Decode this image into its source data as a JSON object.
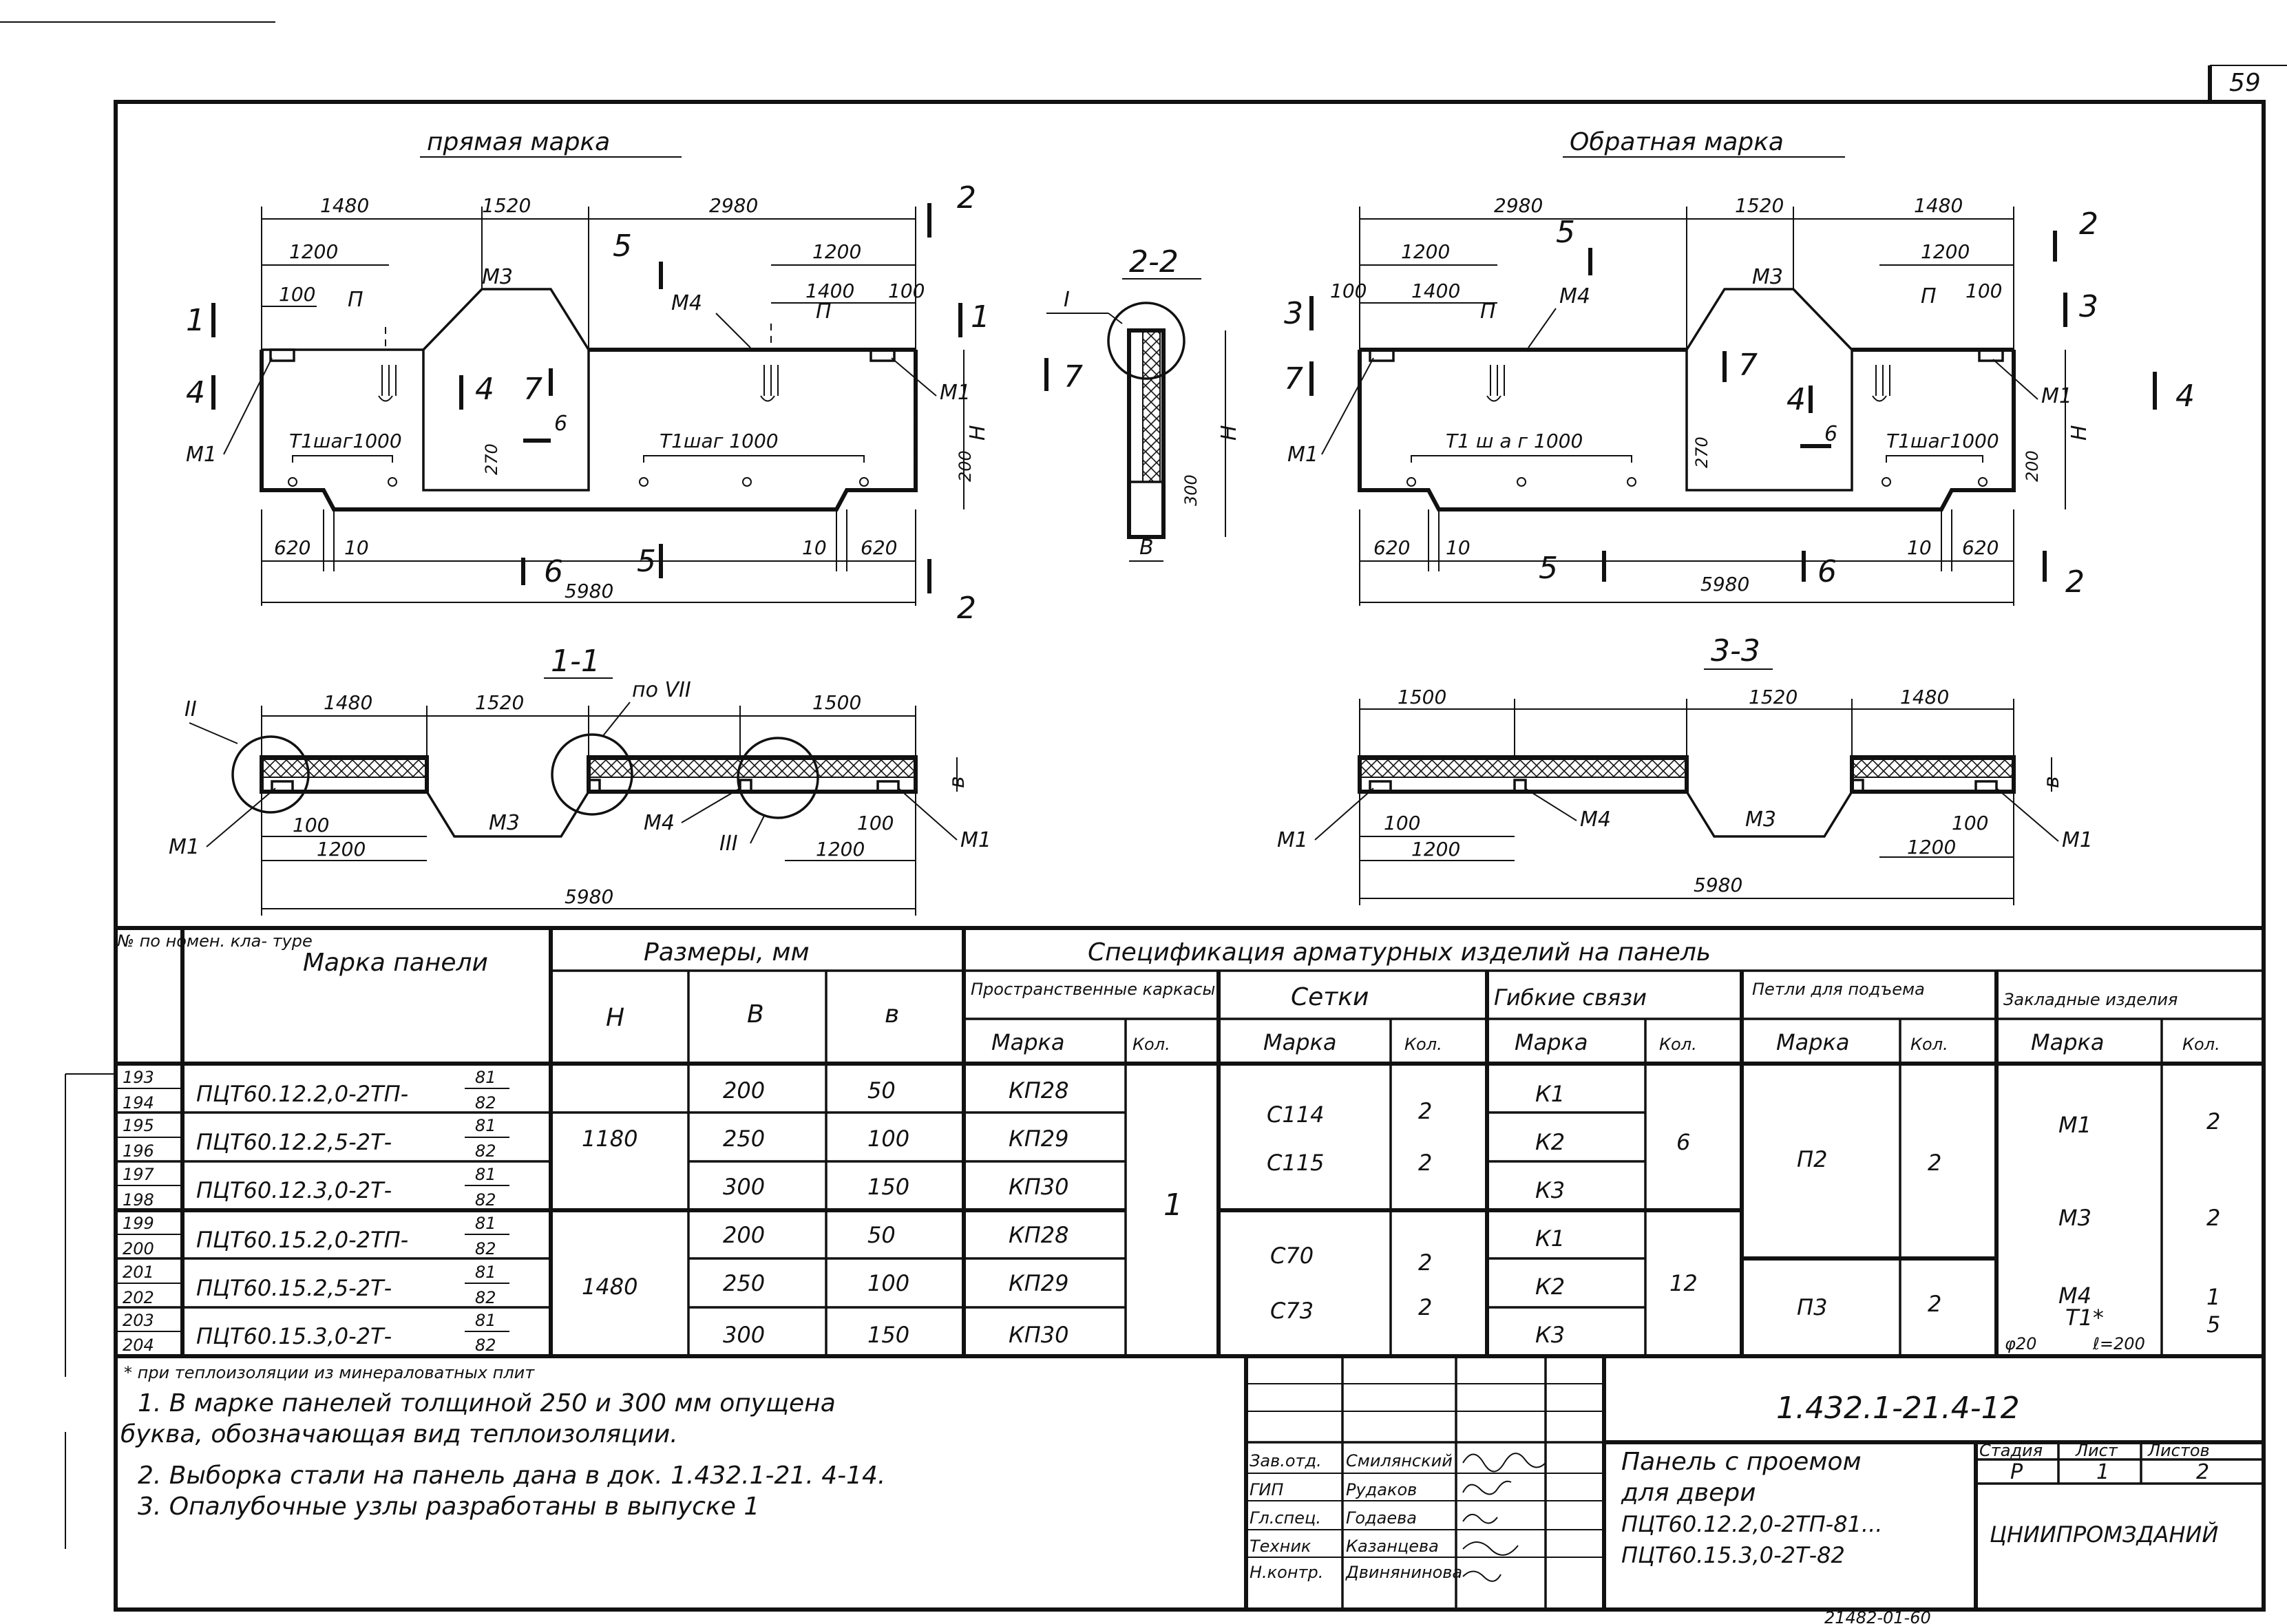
{
  "sheet": {
    "page_number": "59",
    "views": {
      "direct_mark_title": "прямая марка",
      "reverse_mark_title": "Обратная марка",
      "section_1_1": "1-1",
      "section_2_2": "2-2",
      "section_3_3": "3-3"
    },
    "direct_dims": {
      "d1480": "1480",
      "d1520": "1520",
      "d2980": "2980",
      "d1200a": "1200",
      "d1200b": "1200",
      "d100a": "100",
      "d100b": "100",
      "d1400": "1400",
      "d620a": "620",
      "d620b": "620",
      "d10a": "10",
      "d10b": "10",
      "d5980": "5980",
      "d270": "270",
      "d200": "200",
      "dH": "H"
    },
    "direct_labels": {
      "M3": "М3",
      "M4": "М4",
      "M1a": "М1",
      "M1b": "М1",
      "Pa": "П",
      "Pb": "П",
      "T1a": "Т1шаг1000",
      "T1b": "Т1шаг 1000",
      "cut1a": "1",
      "cut1b": "1",
      "cut4a": "4",
      "cut4b": "4",
      "cut7a": "7",
      "cut7b": "7",
      "cut5a": "5",
      "cut5b": "5",
      "cut6a": "6",
      "cut6b": "6",
      "cut2a": "2",
      "cut2b": "2"
    },
    "section22": {
      "node": "I",
      "d300": "300",
      "dB": "В",
      "dH": "H"
    },
    "reverse_dims": {
      "d2980": "2980",
      "d1520": "1520",
      "d1480": "1480",
      "d1200a": "1200",
      "d1200b": "1200",
      "d100a": "100",
      "d100b": "100",
      "d1400": "1400",
      "d620a": "620",
      "d620b": "620",
      "d10a": "10",
      "d10b": "10",
      "d5980": "5980",
      "d270": "270",
      "d200": "200",
      "dH": "H"
    },
    "reverse_labels": {
      "M3": "М3",
      "M4": "М4",
      "M1a": "М1",
      "M1b": "М1",
      "Pa": "П",
      "Pb": "П",
      "T1a": "Т1 ш а г 1000",
      "T1b": "Т1шаг1000",
      "cut3a": "3",
      "cut3b": "3",
      "cut7a": "7",
      "cut7b": "7",
      "cut4a": "4",
      "cut4b": "4",
      "cut5a": "5",
      "cut5b": "5",
      "cut6a": "6",
      "cut6b": "6",
      "cut2a": "2",
      "cut2b": "2"
    },
    "sec11": {
      "d1480": "1480",
      "d1520": "1520",
      "d1500": "1500",
      "d100a": "100",
      "d100b": "100",
      "d1200a": "1200",
      "d1200b": "1200",
      "d5980": "5980",
      "dB": "в",
      "M1a": "М1",
      "M1b": "М1",
      "M3": "М3",
      "M4": "М4",
      "nodeII": "II",
      "nodeIII": "III",
      "nodeVII": "по VII"
    },
    "sec33": {
      "d1500": "1500",
      "d1520": "1520",
      "d1480": "1480",
      "d100a": "100",
      "d100b": "100",
      "d1200a": "1200",
      "d1200b": "1200",
      "d5980": "5980",
      "dB": "в",
      "M1a": "М1",
      "M1b": "М1",
      "M3": "М3",
      "M4": "М4"
    },
    "table": {
      "h_no": "№ по номен. кла- туре",
      "h_mark": "Марка панели",
      "h_sizes": "Размеры, мм",
      "h_H": "H",
      "h_B": "В",
      "h_b": "в",
      "h_spec": "Спецификация арматурных изделий на панель",
      "h_frames": "Пространственные каркасы",
      "h_meshes": "Сетки",
      "h_ties": "Гибкие связи",
      "h_loops": "Петли для подъема",
      "h_embeds": "Закладные изделия",
      "h_marka": "Марка",
      "h_kol": "Кол.",
      "rows": [
        {
          "n1": "193",
          "n2": "194",
          "mark": "ПЦТ60.12.2,0-2ТП-",
          "s1": "81",
          "s2": "82",
          "B": "200",
          "b": "50",
          "frame": "КП28",
          "tie": "К1"
        },
        {
          "n1": "195",
          "n2": "196",
          "mark": "ПЦТ60.12.2,5-2Т-",
          "s1": "81",
          "s2": "82",
          "B": "250",
          "b": "100",
          "frame": "КП29",
          "tie": "К2"
        },
        {
          "n1": "197",
          "n2": "198",
          "mark": "ПЦТ60.12.3,0-2Т-",
          "s1": "81",
          "s2": "82",
          "B": "300",
          "b": "150",
          "frame": "КП30",
          "tie": "К3"
        },
        {
          "n1": "199",
          "n2": "200",
          "mark": "ПЦТ60.15.2,0-2ТП-",
          "s1": "81",
          "s2": "82",
          "B": "200",
          "b": "50",
          "frame": "КП28",
          "tie": "К1"
        },
        {
          "n1": "201",
          "n2": "202",
          "mark": "ПЦТ60.15.2,5-2Т-",
          "s1": "81",
          "s2": "82",
          "B": "250",
          "b": "100",
          "frame": "КП29",
          "tie": "К2"
        },
        {
          "n1": "203",
          "n2": "204",
          "mark": "ПЦТ60.15.3,0-2Т-",
          "s1": "81",
          "s2": "82",
          "B": "300",
          "b": "150",
          "frame": "КП30",
          "tie": "К3"
        }
      ],
      "H1": "1180",
      "H2": "1480",
      "frame_qty": "1",
      "mesh1a": "С114",
      "mesh1b": "С115",
      "mesh2a": "С70",
      "mesh2b": "С73",
      "mesh_qty": "2",
      "tie_qty1": "6",
      "tie_qty2": "12",
      "loop1": "П2",
      "loop2": "П3",
      "loop_qty": "2",
      "emb_M1": "М1",
      "emb_M3": "М3",
      "emb_M4": "М4",
      "emb_T1": "Т1*",
      "emb_M1_qty": "2",
      "emb_M3_qty": "2",
      "emb_M4_qty": "1",
      "emb_T1_qty": "5",
      "emb_note_a": "φ20",
      "emb_note_b": "ℓ=200"
    },
    "notes": {
      "star": "* при теплоизоляции из минераловатных плит",
      "n1a": "1. В марке панелей толщиной 250 и 300 мм опущена",
      "n1b": "буква, обозначающая вид теплоизоляции.",
      "n2": "2. Выборка стали на панель дана в док. 1.432.1-21. 4-14.",
      "n3": "3. Опалубочные узлы разработаны в выпуске 1"
    },
    "stamp": {
      "code": "1.432.1-21.4-12",
      "title1": "Панель с проемом",
      "title2": "для двери",
      "title3": "ПЦТ60.12.2,0-2ТП-81...",
      "title4": "ПЦТ60.15.3,0-2Т-82",
      "stage_h": "Стадия",
      "sheet_h": "Лист",
      "sheets_h": "Листов",
      "stage": "Р",
      "sheet": "1",
      "sheets": "2",
      "org": "ЦНИИПРОМЗДАНИЙ",
      "roles": [
        {
          "role": "Зав.отд.",
          "name": "Смилянский"
        },
        {
          "role": "ГИП",
          "name": "Рудаков"
        },
        {
          "role": "Гл.спец.",
          "name": "Годаева"
        },
        {
          "role": "Техник",
          "name": "Казанцева"
        },
        {
          "role": "Н.контр.",
          "name": "Двинянинова"
        }
      ],
      "bottom_code": "21482-01-60"
    }
  }
}
